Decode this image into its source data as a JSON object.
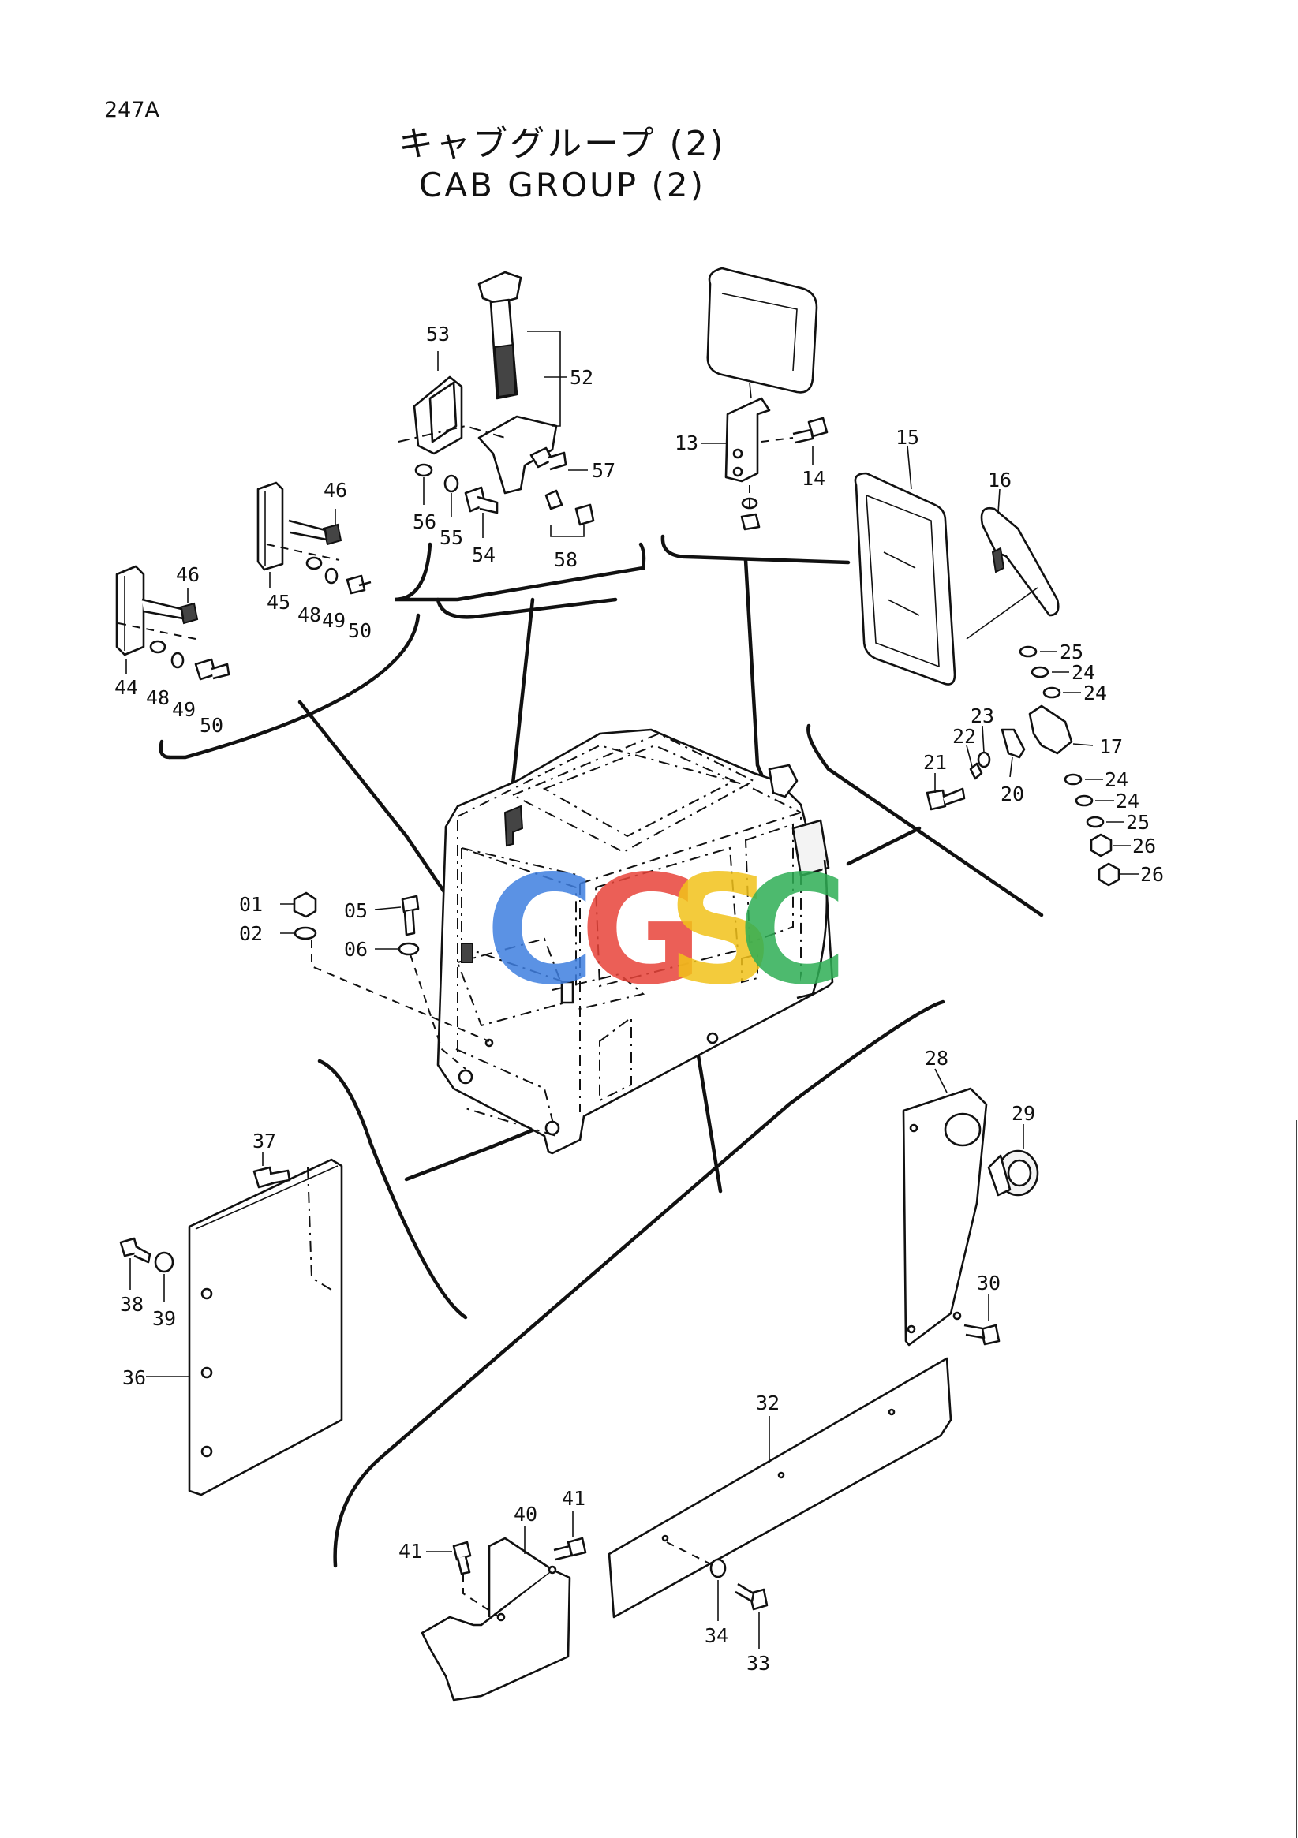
{
  "page_id": "247A",
  "title_jp": "キャブグループ (2)",
  "title_en": "CAB GROUP (2)",
  "watermark": {
    "letters": [
      "C",
      "G",
      "S",
      "C"
    ],
    "colors": [
      "#3f7fe0",
      "#e8443a",
      "#f2c21b",
      "#2fae55"
    ]
  },
  "callouts": {
    "c01": "01",
    "c02": "02",
    "c05": "05",
    "c06": "06",
    "c13": "13",
    "c14": "14",
    "c15": "15",
    "c16": "16",
    "c17": "17",
    "c20": "20",
    "c21": "21",
    "c22": "22",
    "c23": "23",
    "c24a": "24",
    "c24b": "24",
    "c24c": "24",
    "c24d": "24",
    "c25a": "25",
    "c25b": "25",
    "c26a": "26",
    "c26b": "26",
    "c28": "28",
    "c29": "29",
    "c30": "30",
    "c32": "32",
    "c33": "33",
    "c34": "34",
    "c36": "36",
    "c37": "37",
    "c38": "38",
    "c39": "39",
    "c40": "40",
    "c41a": "41",
    "c41b": "41",
    "c44": "44",
    "c45": "45",
    "c46a": "46",
    "c46b": "46",
    "c48a": "48",
    "c48b": "48",
    "c49a": "49",
    "c49b": "49",
    "c50a": "50",
    "c50b": "50",
    "c52": "52",
    "c53": "53",
    "c54": "54",
    "c55": "55",
    "c56": "56",
    "c57": "57",
    "c58": "58"
  }
}
